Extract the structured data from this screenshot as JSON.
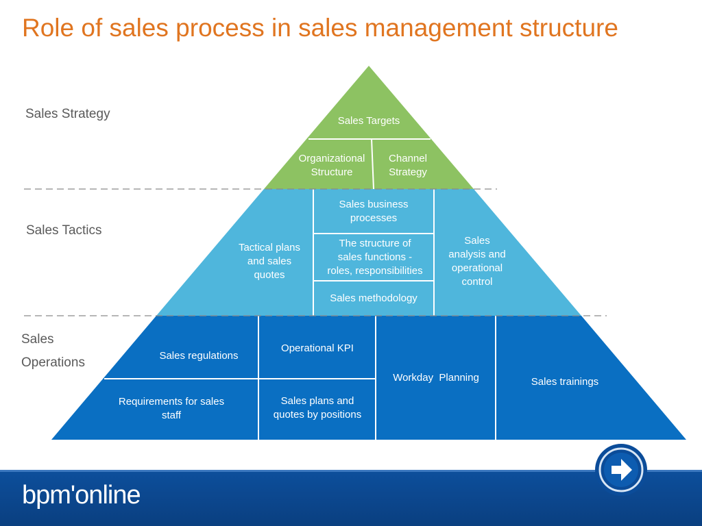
{
  "title": "Role of sales process in sales management structure",
  "tiers": {
    "strategy": "Sales Strategy",
    "tactics": "Sales Tactics",
    "operations": [
      "Sales",
      "Operations"
    ]
  },
  "strategy_cells": {
    "targets": "Sales Targets",
    "org_structure": [
      "Organizational",
      "Structure"
    ],
    "channel_strategy": [
      "Channel",
      "Strategy"
    ]
  },
  "tactics_cells": {
    "tactical_plans": [
      "Tactical plans",
      "and sales",
      "quotes"
    ],
    "business_processes": [
      "Sales business",
      "processes"
    ],
    "structure_functions": [
      "The structure of",
      "sales functions -",
      "roles, responsibilities"
    ],
    "methodology": "Sales methodology",
    "analysis": [
      "Sales",
      "analysis and",
      "operational",
      "control"
    ]
  },
  "operations_cells": {
    "regulations": "Sales regulations",
    "kpi": "Operational KPI",
    "workday": "Workday  Planning",
    "trainings": "Sales trainings",
    "requirements": [
      "Requirements for sales",
      "staff"
    ],
    "plans_quotes": [
      "Sales plans and",
      "quotes by positions"
    ]
  },
  "brand": "bpm'online",
  "colors": {
    "title": "#e07520",
    "strategy": "#8dc262",
    "tactics": "#4fb6dc",
    "operations": "#0070c0"
  },
  "icons": {
    "next": "arrow-right-icon"
  }
}
